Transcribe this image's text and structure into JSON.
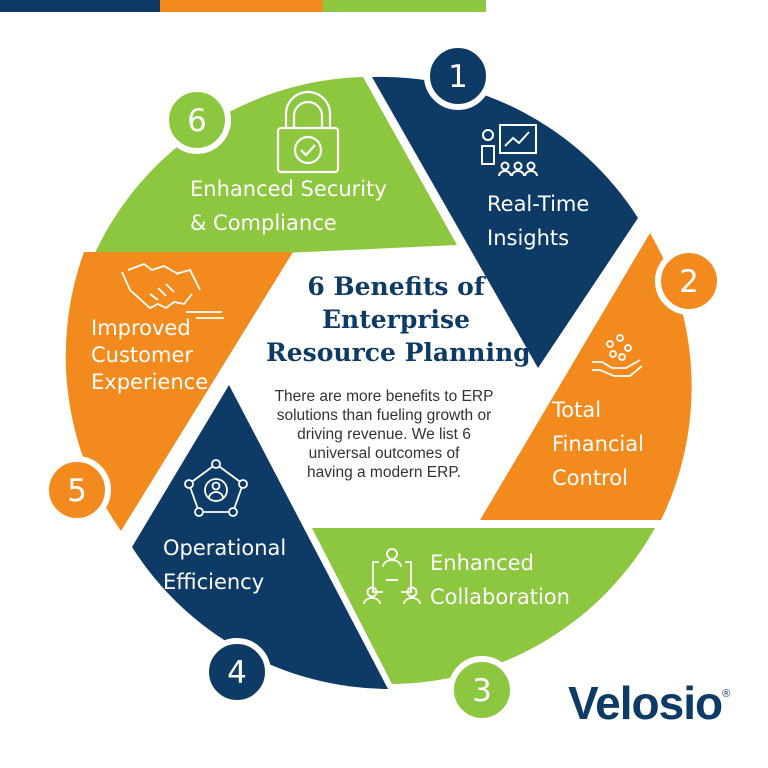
{
  "colors": {
    "navy": "#0d3b66",
    "orange": "#f28a1e",
    "green": "#8dc63f",
    "white": "#ffffff"
  },
  "center": {
    "title_lines": [
      "6 Benefits of",
      "Enterprise",
      "Resource Planning"
    ],
    "text_lines": [
      "There are more benefits to ERP",
      "solutions than fueling growth or",
      "driving revenue. We list 6",
      "universal outcomes of",
      "having a modern ERP."
    ]
  },
  "segments": [
    {
      "number": "1",
      "label_lines": [
        "Real-Time",
        "Insights"
      ],
      "color": "navy",
      "icon": "presentation-icon"
    },
    {
      "number": "2",
      "label_lines": [
        "Total",
        "Financial",
        "Control"
      ],
      "color": "orange",
      "icon": "hand-coins-icon"
    },
    {
      "number": "3",
      "label_lines": [
        "Enhanced",
        "Collaboration"
      ],
      "color": "green",
      "icon": "collaboration-icon"
    },
    {
      "number": "4",
      "label_lines": [
        "Operational",
        "Efficiency"
      ],
      "color": "navy",
      "icon": "network-person-icon"
    },
    {
      "number": "5",
      "label_lines": [
        "Improved",
        "Customer",
        "Experience"
      ],
      "color": "orange",
      "icon": "handshake-icon"
    },
    {
      "number": "6",
      "label_lines": [
        "Enhanced Security",
        "& Compliance"
      ],
      "color": "green",
      "icon": "padlock-check-icon"
    }
  ],
  "logo": {
    "text": "Velosio",
    "mark": "®"
  }
}
